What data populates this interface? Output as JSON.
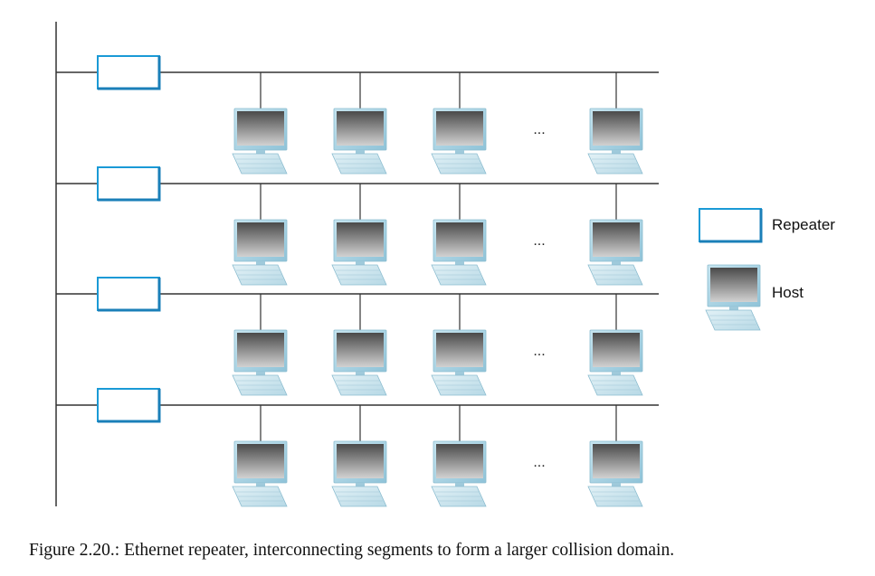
{
  "diagram": {
    "segments": [
      {
        "repeater": true,
        "hosts": 4,
        "ellipsis": "..."
      },
      {
        "repeater": true,
        "hosts": 4,
        "ellipsis": "..."
      },
      {
        "repeater": true,
        "hosts": 4,
        "ellipsis": "..."
      },
      {
        "repeater": true,
        "hosts": 4,
        "ellipsis": "..."
      }
    ],
    "colors": {
      "line": "#333333",
      "repeater_border": "#1a9ad6",
      "monitor_frame": "#a9d3e4",
      "screen_top": "#5a5a5a",
      "screen_bottom": "#c8c8c8",
      "keyboard": "#cfe6ef"
    }
  },
  "legend": {
    "repeater_label": "Repeater",
    "host_label": "Host",
    "repeater_icon": "repeater-icon",
    "host_icon": "computer-icon"
  },
  "caption": "Figure 2.20.: Ethernet repeater, interconnecting segments to form a larger collision domain."
}
